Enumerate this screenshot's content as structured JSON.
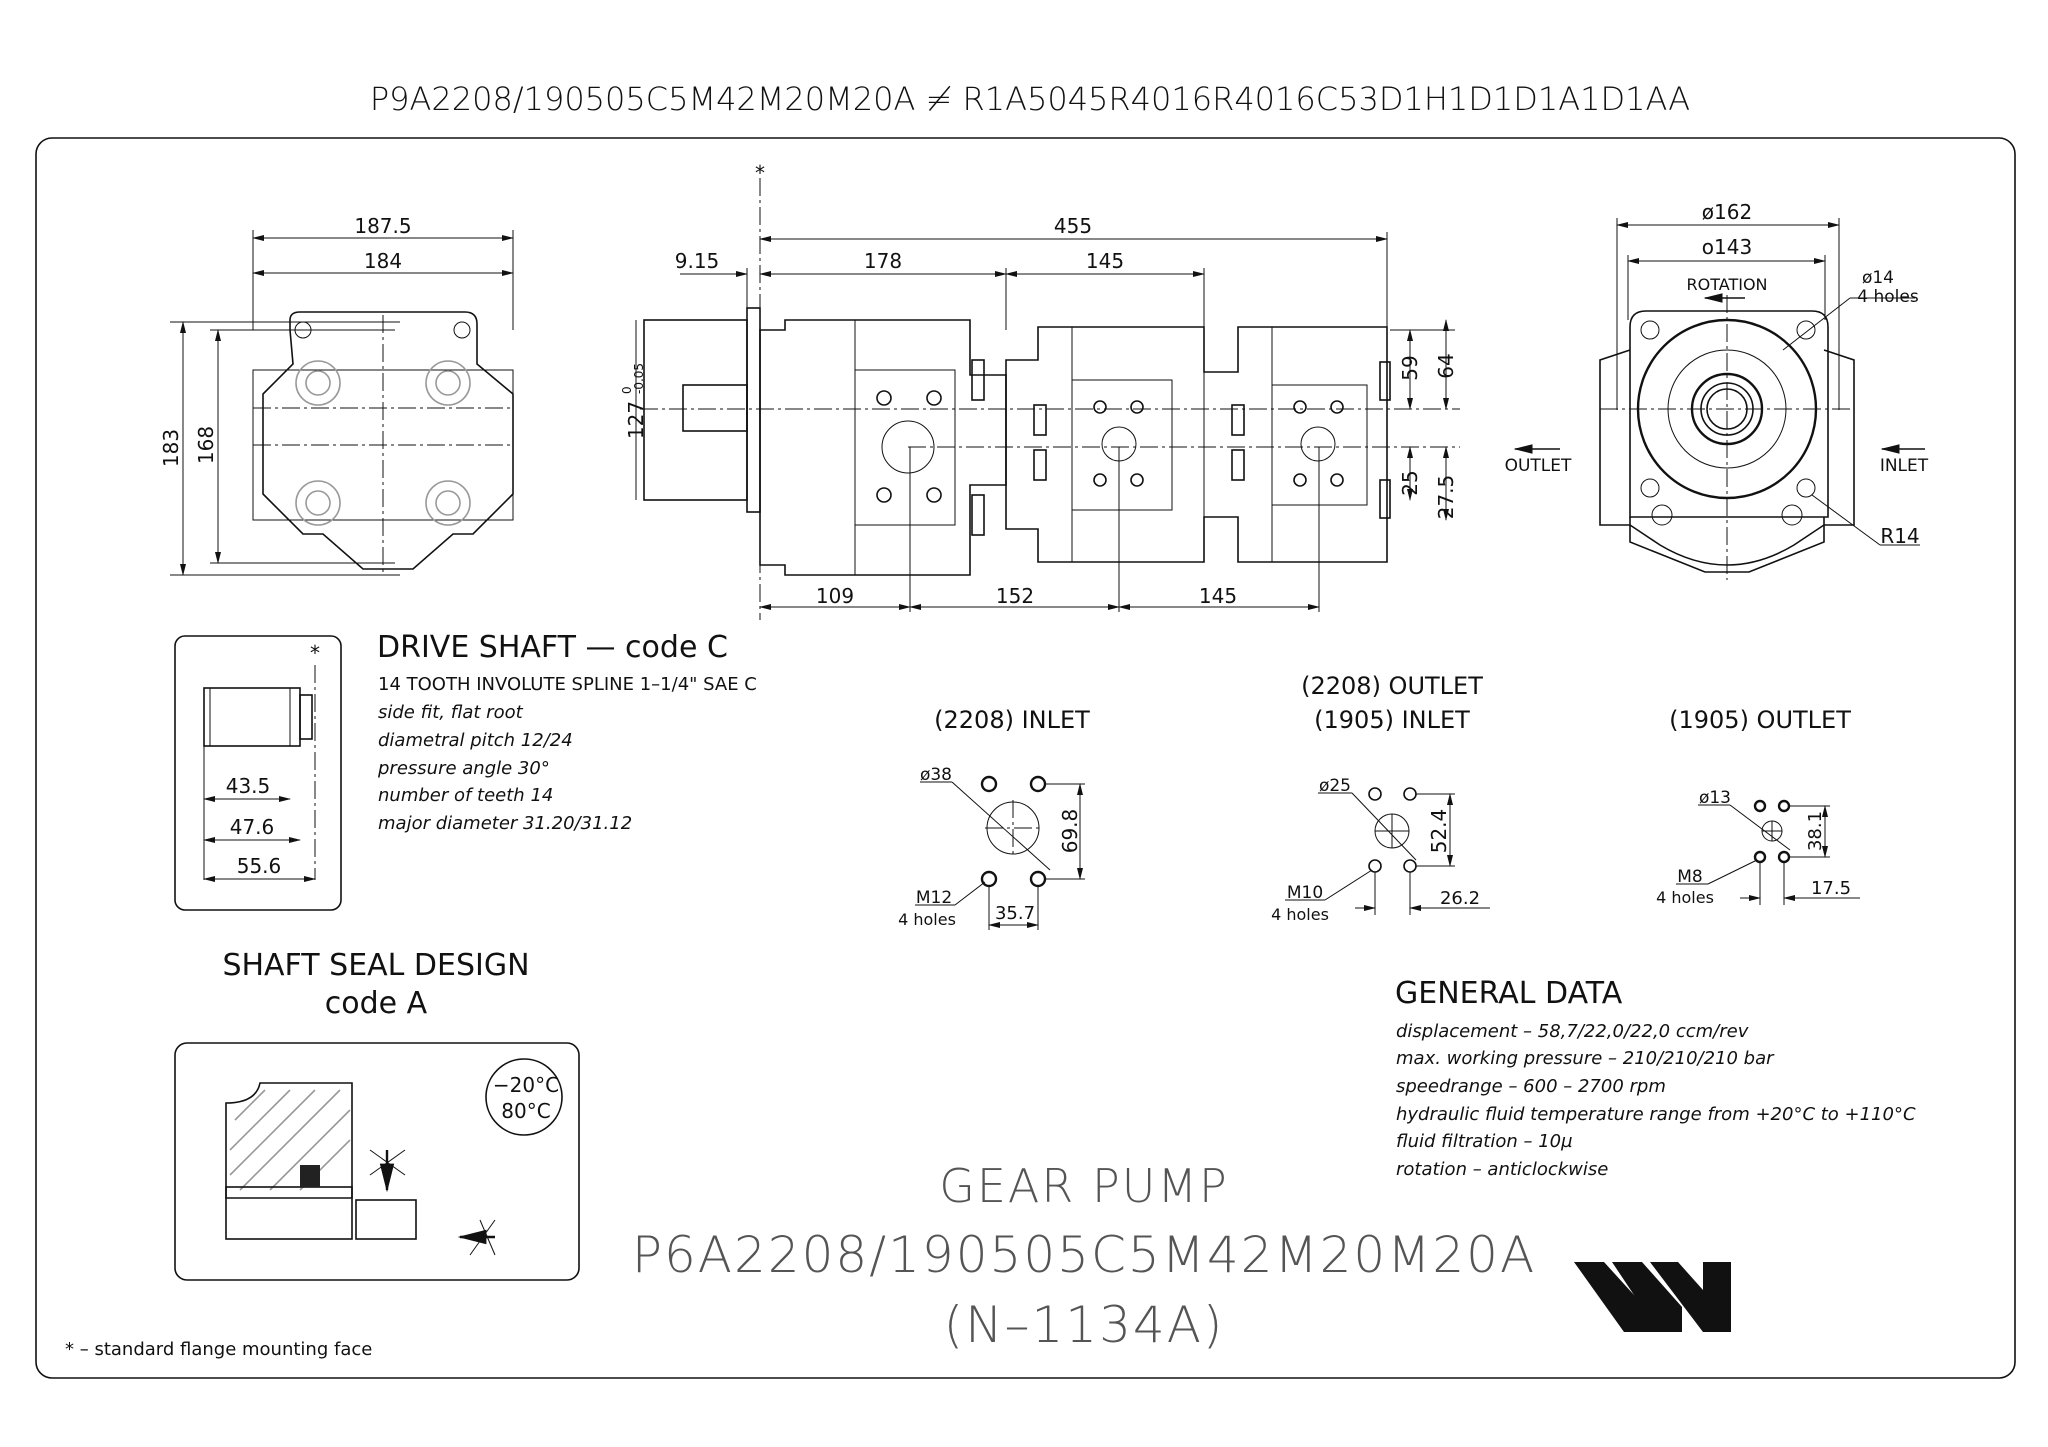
{
  "header": {
    "code_line": "P9A2208/190505C5M42M20M20A  ≠  R1A5045R4016R4016C53D1H1D1D1A1D1AA"
  },
  "rear_view": {
    "dims": {
      "width_outer": "187.5",
      "width_inner": "184",
      "height_outer": "183",
      "height_inner": "168"
    }
  },
  "side_view": {
    "dims": {
      "total": "455",
      "flange": "9.15",
      "sec1": "178",
      "sec2": "145",
      "pilot": "127",
      "pilot_tol_upper": "0",
      "pilot_tol_lower": "-0.05",
      "port1": "109",
      "port2": "152",
      "port3": "145",
      "h59": "59",
      "h64": "64",
      "h25": "25",
      "h27": "27.5"
    },
    "flange_mark": "*"
  },
  "front_view": {
    "dia_outer": "ø162",
    "dia_inner": "o143",
    "rotation_label": "ROTATION",
    "hole_dia": "ø14",
    "hole_count": "4 holes",
    "radius": "R14",
    "outlet_label": "OUTLET",
    "inlet_label": "INLET"
  },
  "drive_shaft": {
    "title": "DRIVE SHAFT — code C",
    "lines": [
      "14 TOOTH INVOLUTE SPLINE 1–1/4\" SAE C",
      "side fit, flat root",
      "diametral pitch 12/24",
      "pressure angle 30°",
      "number of teeth 14",
      "major diameter 31.20/31.12"
    ],
    "dims": [
      "43.5",
      "47.6",
      "55.6"
    ],
    "mark": "*"
  },
  "shaft_seal": {
    "title": "SHAFT SEAL DESIGN",
    "code": "code A",
    "temp_low": "−20°C",
    "temp_high": "80°C"
  },
  "ports": [
    {
      "headings": [
        "(2208) INLET"
      ],
      "dia": "ø38",
      "thread": "M12",
      "holes": "4 holes",
      "h_dim": "35.7",
      "v_dim": "69.8"
    },
    {
      "headings": [
        "(2208) OUTLET",
        "(1905) INLET"
      ],
      "dia": "ø25",
      "thread": "M10",
      "holes": "4 holes",
      "h_dim": "26.2",
      "v_dim": "52.4"
    },
    {
      "headings": [
        "(1905) OUTLET"
      ],
      "dia": "ø13",
      "thread": "M8",
      "holes": "4 holes",
      "h_dim": "17.5",
      "v_dim": "38.1"
    }
  ],
  "general_data": {
    "title": "GENERAL DATA",
    "lines": [
      "displacement – 58,7/22,0/22,0 ccm/rev",
      "max. working pressure – 210/210/210 bar",
      "speedrange – 600 – 2700 rpm",
      "hydraulic fluid temperature range from +20°C to +110°C",
      "fluid filtration – 10µ",
      "rotation – anticlockwise"
    ]
  },
  "product": {
    "name": "GEAR PUMP",
    "model": "P6A2208/190505C5M42M20M20A",
    "drawing_no": "(N–1134A)"
  },
  "footnote": "* – standard flange mounting face"
}
